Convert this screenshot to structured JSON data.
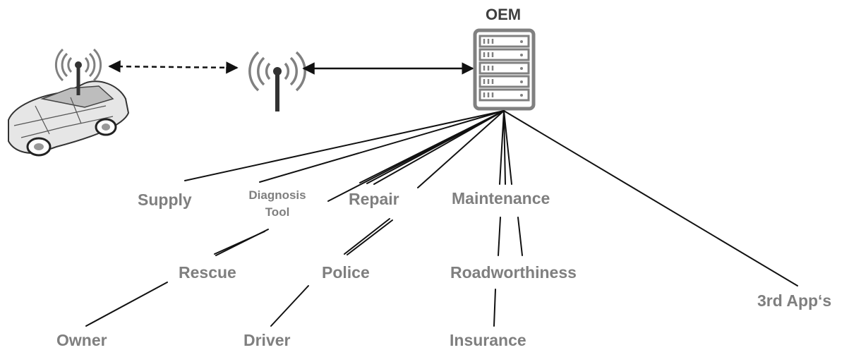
{
  "server": {
    "label": "OEM",
    "icon": "server-rack-icon"
  },
  "car": {
    "icon": "connected-car-icon",
    "antenna_icon": "wireless-antenna-icon"
  },
  "tower": {
    "icon": "radio-tower-icon"
  },
  "stakeholders": {
    "supply": "Supply",
    "diagnosis_line1": "Diagnosis",
    "diagnosis_line2": "Tool",
    "repair": "Repair",
    "maintenance": "Maintenance",
    "rescue": "Rescue",
    "police": "Police",
    "roadworthiness": "Roadworthiness",
    "third_apps": "3rd App‘s",
    "owner": "Owner",
    "driver": "Driver",
    "insurance": "Insurance"
  },
  "colors": {
    "label_gray": "#7f7f7f",
    "icon_gray": "#7f7f7f",
    "line": "#111111"
  }
}
